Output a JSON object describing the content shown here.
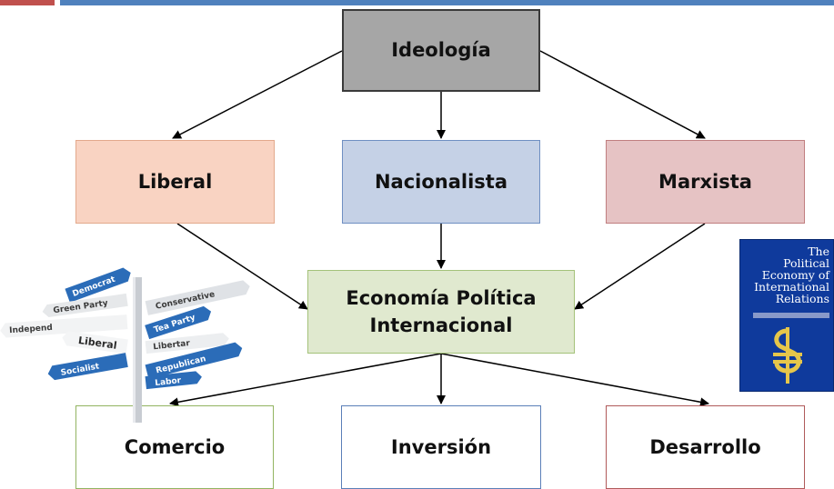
{
  "nodes": {
    "ideologia": "Ideología",
    "liberal": "Liberal",
    "nacionalista": "Nacionalista",
    "marxista": "Marxista",
    "epi_line1": "Economía Política",
    "epi_line2": "Internacional",
    "comercio": "Comercio",
    "inversion": "Inversión",
    "desarrollo": "Desarrollo"
  },
  "signpost": {
    "signs": [
      "Democrat",
      "Conservative",
      "Green Party",
      "Tea Party",
      "Independ",
      "Libertar",
      "Liberal",
      "Republican",
      "Socialist",
      "Labor"
    ]
  },
  "book": {
    "title": "The\nPolitical\nEconomy of\nInternational\nRelations"
  },
  "colors": {
    "accent_red": "#c0504d",
    "accent_blue": "#4f81bd",
    "ideologia_fill": "#a6a6a6",
    "liberal_fill": "#f9d3c2",
    "nacionalista_fill": "#c5d1e6",
    "marxista_fill": "#e6c3c4",
    "epi_fill": "#e0e9cf",
    "book_blue": "#0f3a9c"
  }
}
